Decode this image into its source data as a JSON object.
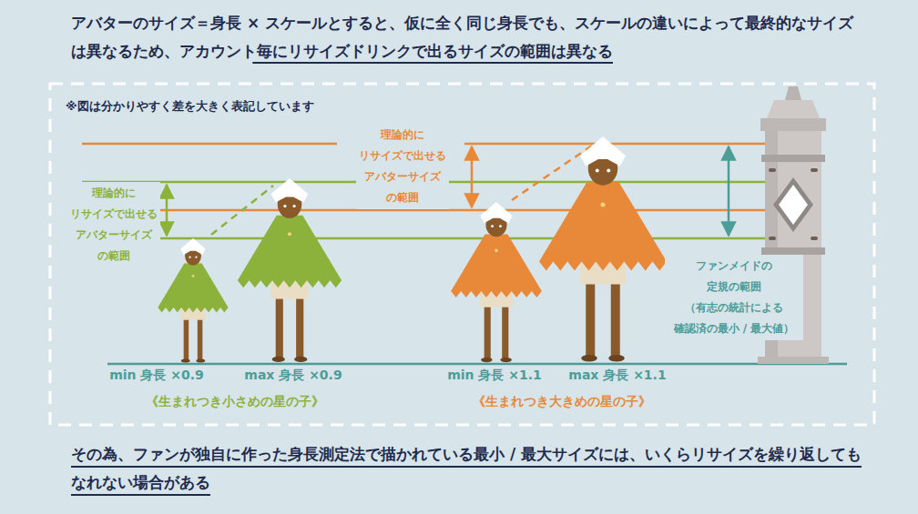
{
  "diagram": {
    "title": "アバターのサイズ＝身長 × スケールとすると、仮に全く同じ身長でも、スケールの違いによって最終的なサイズは異なるため、アカウント毎にリサイズドリンクで出るサイズの範囲は異なる",
    "caption": "その為、ファンが独自に作った身長測定法で描かれている最小 / 最大サイズには、いくらリサイズを繰り返してもなれない場合がある",
    "labels": [
      "※図は分かりやすく差を大きく表記しています",
      "理論的に リサイズで出せる アバターサイズ の範囲",
      "理論的に リサイズで出せる アバターサイズ の範囲",
      "ファンメイドの 定規の範囲 （有志の統計による 確認済の最小 / 最大値）",
      "min 身長 ×0.9",
      "max 身長 ×0.9",
      "min 身長 ×1.1",
      "max 身長 ×1.1",
      "《生まれつき小さめの星の子》",
      "《生まれつき大きめの星の子》"
    ]
  }
}
